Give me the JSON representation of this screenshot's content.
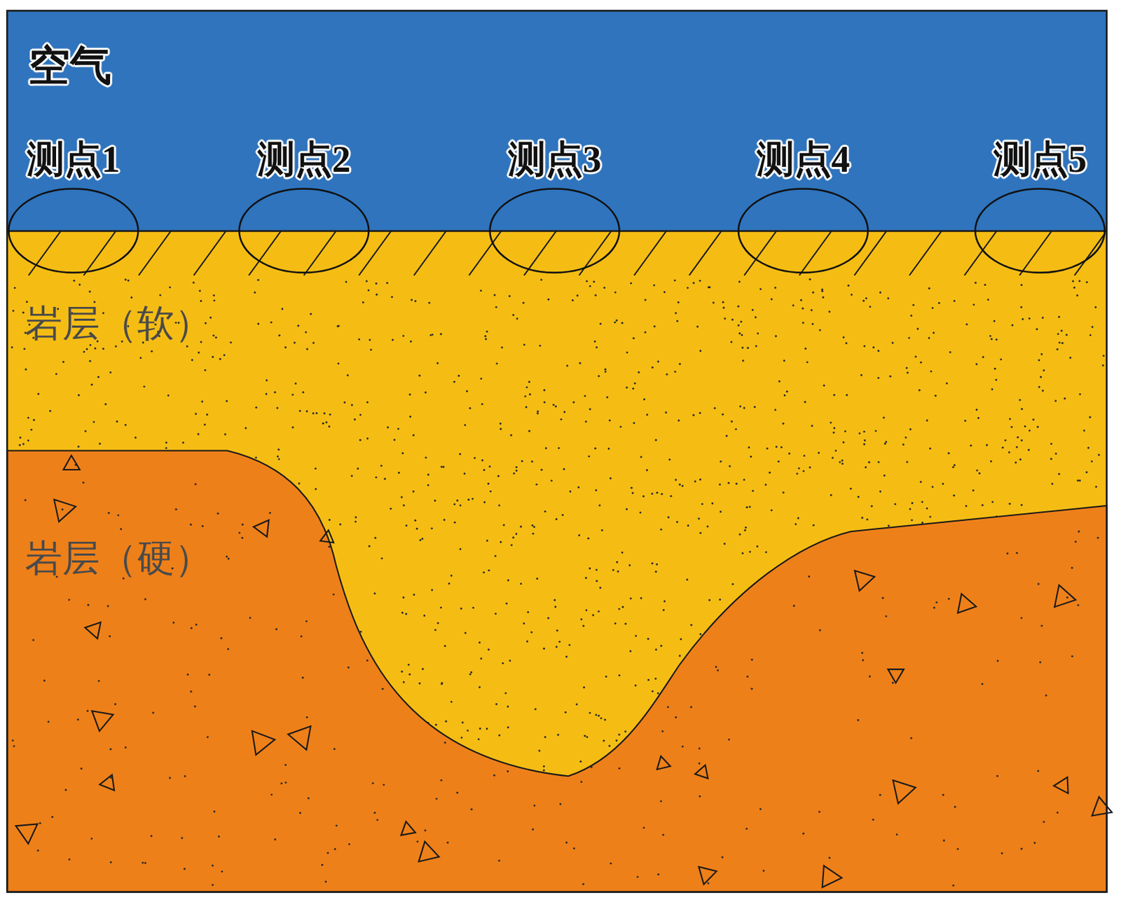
{
  "diagram": {
    "nodes": [
      {
        "text": [
          "空气"
        ]
      },
      {
        "text": [
          "岩层（软）"
        ]
      },
      {
        "text": [
          "岩层（硬）"
        ]
      },
      {
        "text": [
          "测点1"
        ]
      },
      {
        "text": [
          "测点2"
        ]
      },
      {
        "text": [
          "测点3"
        ]
      },
      {
        "text": [
          "测点4"
        ]
      },
      {
        "text": [
          "测点5"
        ]
      }
    ]
  }
}
